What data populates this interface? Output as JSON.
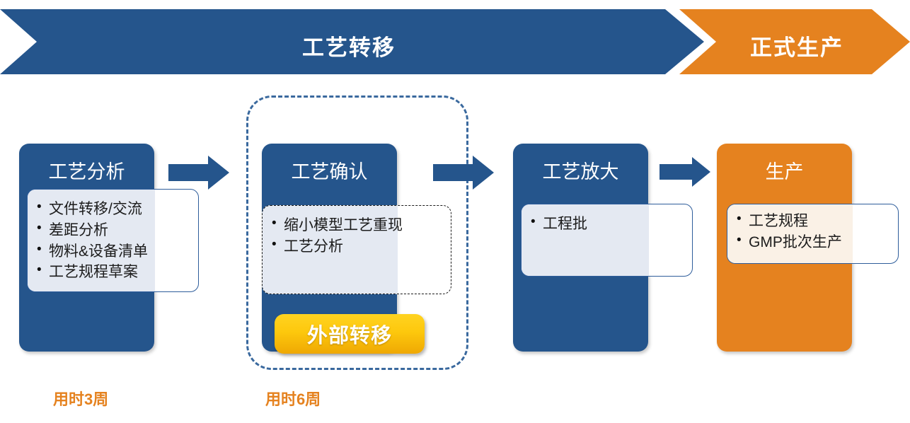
{
  "colors": {
    "blue": "#25558C",
    "orange": "#E5821F",
    "gold": "#FDC80D",
    "callout_blue_tint": "#E4E9F2",
    "callout_cream_tint": "#FAF1E6",
    "dashed_group_border": "#3A699E"
  },
  "header": {
    "banners": [
      {
        "label": "工艺转移",
        "color": "#25558C"
      },
      {
        "label": "正式生产",
        "color": "#E5821F"
      }
    ]
  },
  "stages": [
    {
      "title": "工艺分析",
      "theme": "blue",
      "items": [
        "文件转移/交流",
        "差距分析",
        "物料&设备清单",
        "工艺规程草案"
      ],
      "callout_border": "solid-blue",
      "callout_tint": "bluegray"
    },
    {
      "title": "工艺确认",
      "theme": "blue",
      "items": [
        "缩小模型工艺重现",
        "工艺分析"
      ],
      "callout_border": "dashed-black",
      "callout_tint": "bluegray",
      "badge": "外部转移"
    },
    {
      "title": "工艺放大",
      "theme": "blue",
      "items": [
        "工程批"
      ],
      "callout_border": "solid-blue",
      "callout_tint": "bluegray"
    },
    {
      "title": "生产",
      "theme": "orange",
      "items": [
        "工艺规程",
        "GMP批次生产"
      ],
      "callout_border": "solid-blue",
      "callout_tint": "cream"
    }
  ],
  "arrows": [
    {
      "name": "arrow-stage1-to-stage2"
    },
    {
      "name": "arrow-stage2-to-stage3"
    },
    {
      "name": "arrow-stage3-to-stage4"
    }
  ],
  "group": {
    "name": "external-transfer-group",
    "style": "dashed-rounded"
  },
  "durations": [
    {
      "label": "用时3周"
    },
    {
      "label": "用时6周"
    }
  ]
}
